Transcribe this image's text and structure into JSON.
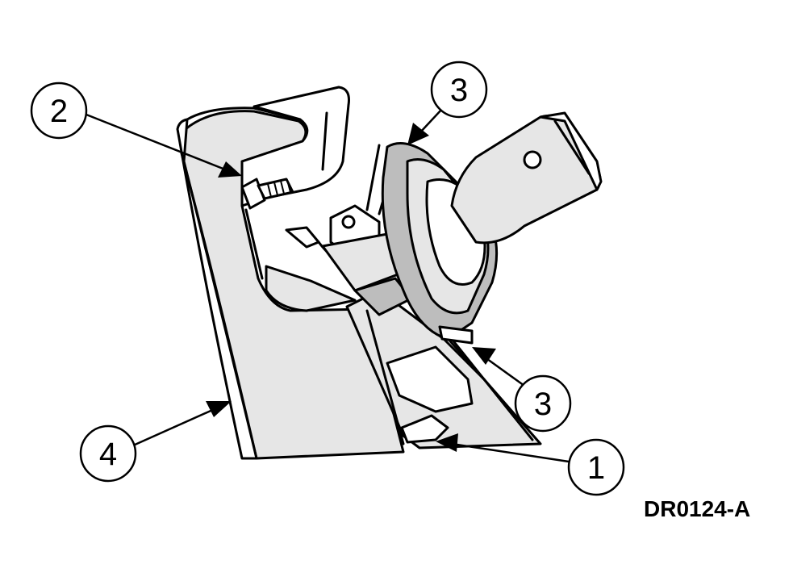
{
  "figure_id": "DR0124-A",
  "callouts": [
    {
      "id": "callout-1",
      "label": "1"
    },
    {
      "id": "callout-2",
      "label": "2"
    },
    {
      "id": "callout-3-top",
      "label": "3"
    },
    {
      "id": "callout-3-bottom",
      "label": "3"
    },
    {
      "id": "callout-4",
      "label": "4"
    }
  ]
}
